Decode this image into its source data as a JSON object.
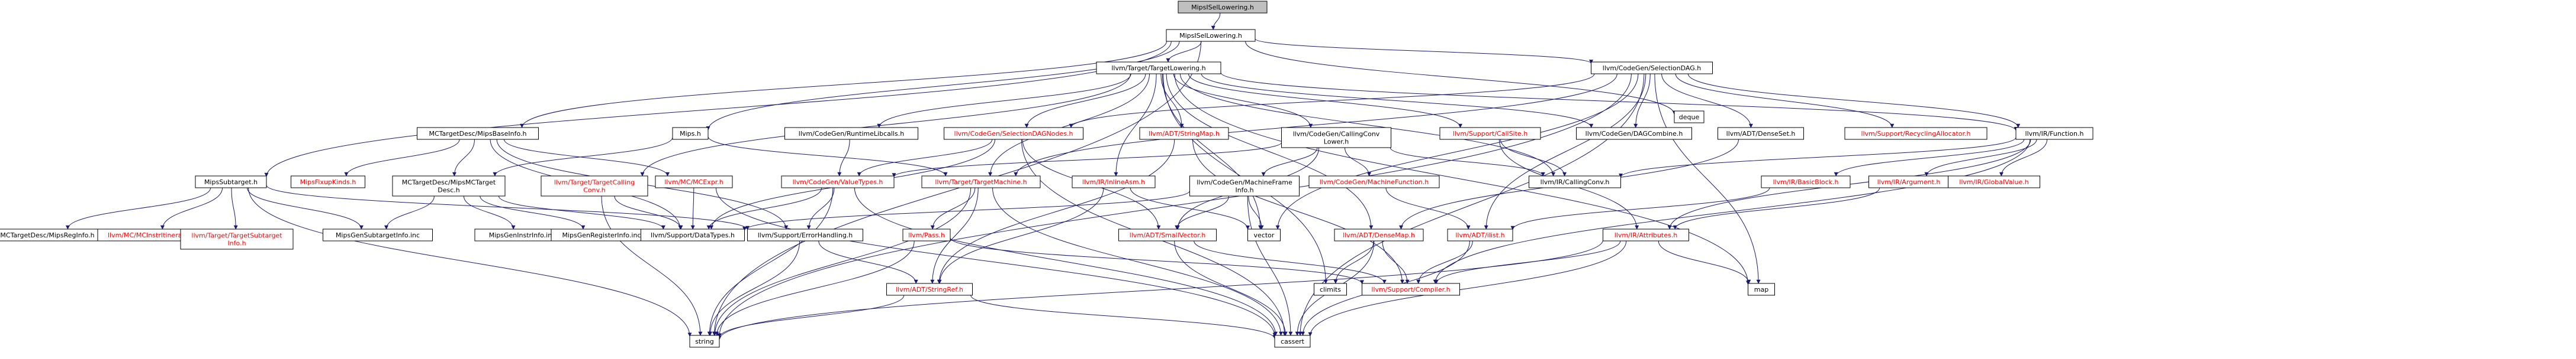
{
  "colors": {
    "edge": "#191970",
    "text_default": "#000000",
    "text_red": "#ff0000",
    "fill_root": "#bfbfbf",
    "fill_default": "#ffffff",
    "border_default": "#000000",
    "border_red": "#ff0000",
    "border_plain": "#bfbfbf"
  },
  "nodes": [
    {
      "id": "root",
      "label": "MipsISelLowering.h",
      "style": "root"
    },
    {
      "id": "mipsisel",
      "label": "MipsISelLowering.h",
      "style": "normal"
    },
    {
      "id": "tli",
      "label": "llvm/Target/TargetLowering.h",
      "style": "normal"
    },
    {
      "id": "seldag",
      "label": "llvm/CodeGen/SelectionDAG.h",
      "style": "normal"
    },
    {
      "id": "deque",
      "label": "deque",
      "style": "plain"
    },
    {
      "id": "mcbaseinfo",
      "label": "MCTargetDesc/MipsBaseInfo.h",
      "style": "normal"
    },
    {
      "id": "mips",
      "label": "Mips.h",
      "style": "normal"
    },
    {
      "id": "subtarget",
      "label": "MipsSubtarget.h",
      "style": "normal"
    },
    {
      "id": "runtimelibcalls",
      "label": "llvm/CodeGen/RuntimeLibcalls.h",
      "style": "normal"
    },
    {
      "id": "seldagnodes",
      "label": "llvm/CodeGen/SelectionDAGNodes.h",
      "style": "red"
    },
    {
      "id": "stringmap",
      "label": "llvm/ADT/StringMap.h",
      "style": "red"
    },
    {
      "id": "callingconvlower",
      "label": "llvm/CodeGen/CallingConv\nLower.h",
      "style": "normal"
    },
    {
      "id": "callsite",
      "label": "llvm/Support/CallSite.h",
      "style": "red"
    },
    {
      "id": "dagcombine",
      "label": "llvm/CodeGen/DAGCombine.h",
      "style": "normal"
    },
    {
      "id": "denseset",
      "label": "llvm/ADT/DenseSet.h",
      "style": "normal"
    },
    {
      "id": "recycling",
      "label": "llvm/Support/RecyclingAllocator.h",
      "style": "red"
    },
    {
      "id": "irfunction",
      "label": "llvm/IR/Function.h",
      "style": "normal"
    },
    {
      "id": "fixupkinds",
      "label": "MipsFixupKinds.h",
      "style": "red"
    },
    {
      "id": "mipsmctarget",
      "label": "MCTargetDesc/MipsMCTarget\nDesc.h",
      "style": "normal"
    },
    {
      "id": "tgtcallconv",
      "label": "llvm/Target/TargetCalling\nConv.h",
      "style": "red"
    },
    {
      "id": "mcexpr",
      "label": "llvm/MC/MCExpr.h",
      "style": "red"
    },
    {
      "id": "cgvaluetypes",
      "label": "llvm/CodeGen/ValueTypes.h",
      "style": "red"
    },
    {
      "id": "targetmachine",
      "label": "llvm/Target/TargetMachine.h",
      "style": "red"
    },
    {
      "id": "inlineasm",
      "label": "llvm/IR/InlineAsm.h",
      "style": "red"
    },
    {
      "id": "mfinfo",
      "label": "llvm/CodeGen/MachineFrame\nInfo.h",
      "style": "normal"
    },
    {
      "id": "machinefunction",
      "label": "llvm/CodeGen/MachineFunction.h",
      "style": "red"
    },
    {
      "id": "ircallingconv",
      "label": "llvm/IR/CallingConv.h",
      "style": "normal"
    },
    {
      "id": "basicblock",
      "label": "llvm/IR/BasicBlock.h",
      "style": "red"
    },
    {
      "id": "irargument",
      "label": "llvm/IR/Argument.h",
      "style": "red"
    },
    {
      "id": "globalvalue",
      "label": "llvm/IR/GlobalValue.h",
      "style": "red"
    },
    {
      "id": "mipsreginfo",
      "label": "MCTargetDesc/MipsRegInfo.h",
      "style": "normal"
    },
    {
      "id": "mcinstritin",
      "label": "llvm/MC/MCInstrItineraries.h",
      "style": "red"
    },
    {
      "id": "tgtsubtarget",
      "label": "llvm/Target/TargetSubtarget\nInfo.h",
      "style": "red"
    },
    {
      "id": "mipsgensub",
      "label": "MipsGenSubtargetInfo.inc",
      "style": "plain"
    },
    {
      "id": "mipsgeninstr",
      "label": "MipsGenInstrInfo.inc",
      "style": "plain"
    },
    {
      "id": "mipsgenreg",
      "label": "MipsGenRegisterInfo.inc",
      "style": "plain"
    },
    {
      "id": "datatypes",
      "label": "llvm/Support/DataTypes.h",
      "style": "normal"
    },
    {
      "id": "errorhandling",
      "label": "llvm/Support/ErrorHandling.h",
      "style": "normal"
    },
    {
      "id": "pass",
      "label": "llvm/Pass.h",
      "style": "red"
    },
    {
      "id": "smallvector",
      "label": "llvm/ADT/SmallVector.h",
      "style": "red"
    },
    {
      "id": "vector",
      "label": "vector",
      "style": "plain"
    },
    {
      "id": "densemap",
      "label": "llvm/ADT/DenseMap.h",
      "style": "red"
    },
    {
      "id": "ilist",
      "label": "llvm/ADT/ilist.h",
      "style": "red"
    },
    {
      "id": "attributes",
      "label": "llvm/IR/Attributes.h",
      "style": "red"
    },
    {
      "id": "stringref",
      "label": "llvm/ADT/StringRef.h",
      "style": "red"
    },
    {
      "id": "climits",
      "label": "climits",
      "style": "plain"
    },
    {
      "id": "compiler",
      "label": "llvm/Support/Compiler.h",
      "style": "red"
    },
    {
      "id": "map",
      "label": "map",
      "style": "plain"
    },
    {
      "id": "string",
      "label": "string",
      "style": "plain"
    },
    {
      "id": "cassert",
      "label": "cassert",
      "style": "plain"
    }
  ],
  "edges": [
    [
      "root",
      "mipsisel"
    ],
    [
      "mipsisel",
      "tli"
    ],
    [
      "mipsisel",
      "seldag"
    ],
    [
      "mipsisel",
      "deque"
    ],
    [
      "mipsisel",
      "mcbaseinfo"
    ],
    [
      "mipsisel",
      "mips"
    ],
    [
      "mipsisel",
      "subtarget"
    ],
    [
      "mipsisel",
      "string"
    ],
    [
      "tli",
      "runtimelibcalls"
    ],
    [
      "tli",
      "seldagnodes"
    ],
    [
      "tli",
      "stringmap"
    ],
    [
      "tli",
      "callingconvlower"
    ],
    [
      "tli",
      "callsite"
    ],
    [
      "tli",
      "dagcombine"
    ],
    [
      "tli",
      "irfunction"
    ],
    [
      "tli",
      "tgtcallconv"
    ],
    [
      "tli",
      "targetmachine"
    ],
    [
      "tli",
      "inlineasm"
    ],
    [
      "tli",
      "ircallingconv"
    ],
    [
      "tli",
      "climits"
    ],
    [
      "tli",
      "vector"
    ],
    [
      "tli",
      "map"
    ],
    [
      "tli",
      "densemap"
    ],
    [
      "seldag",
      "seldagnodes"
    ],
    [
      "seldag",
      "dagcombine"
    ],
    [
      "seldag",
      "denseset"
    ],
    [
      "seldag",
      "recycling"
    ],
    [
      "seldag",
      "irfunction"
    ],
    [
      "seldag",
      "targetmachine"
    ],
    [
      "seldag",
      "ilist"
    ],
    [
      "seldag",
      "map"
    ],
    [
      "seldag",
      "cassert"
    ],
    [
      "seldag",
      "vector"
    ],
    [
      "seldag",
      "string"
    ],
    [
      "mcbaseinfo",
      "fixupkinds"
    ],
    [
      "mcbaseinfo",
      "mipsmctarget"
    ],
    [
      "mcbaseinfo",
      "mcexpr"
    ],
    [
      "mcbaseinfo",
      "datatypes"
    ],
    [
      "mcbaseinfo",
      "errorhandling"
    ],
    [
      "mips",
      "mipsmctarget"
    ],
    [
      "mips",
      "targetmachine"
    ],
    [
      "subtarget",
      "mipsreginfo"
    ],
    [
      "subtarget",
      "mcinstritin"
    ],
    [
      "subtarget",
      "tgtsubtarget"
    ],
    [
      "subtarget",
      "mipsgensub"
    ],
    [
      "subtarget",
      "errorhandling"
    ],
    [
      "subtarget",
      "string"
    ],
    [
      "runtimelibcalls",
      "cgvaluetypes"
    ],
    [
      "seldagnodes",
      "cgvaluetypes"
    ],
    [
      "seldagnodes",
      "datatypes"
    ],
    [
      "seldagnodes",
      "smallvector"
    ],
    [
      "seldagnodes",
      "cassert"
    ],
    [
      "stringmap",
      "stringref"
    ],
    [
      "stringmap",
      "compiler"
    ],
    [
      "callingconvlower",
      "cgvaluetypes"
    ],
    [
      "callingconvlower",
      "mfinfo"
    ],
    [
      "callingconvlower",
      "machinefunction"
    ],
    [
      "callingconvlower",
      "ircallingconv"
    ],
    [
      "callingconvlower",
      "smallvector"
    ],
    [
      "callsite",
      "ircallingconv"
    ],
    [
      "callsite",
      "attributes"
    ],
    [
      "denseset",
      "densemap"
    ],
    [
      "irfunction",
      "basicblock"
    ],
    [
      "irfunction",
      "irargument"
    ],
    [
      "irfunction",
      "globalvalue"
    ],
    [
      "irfunction",
      "attributes"
    ],
    [
      "irfunction",
      "ircallingconv"
    ],
    [
      "irfunction",
      "compiler"
    ],
    [
      "mipsmctarget",
      "mipsgensub"
    ],
    [
      "mipsmctarget",
      "mipsgeninstr"
    ],
    [
      "mipsmctarget",
      "mipsgenreg"
    ],
    [
      "mipsmctarget",
      "datatypes"
    ],
    [
      "tgtcallconv",
      "datatypes"
    ],
    [
      "tgtcallconv",
      "string"
    ],
    [
      "mcexpr",
      "datatypes"
    ],
    [
      "mcexpr",
      "cassert"
    ],
    [
      "cgvaluetypes",
      "datatypes"
    ],
    [
      "cgvaluetypes",
      "errorhandling"
    ],
    [
      "cgvaluetypes",
      "string"
    ],
    [
      "cgvaluetypes",
      "cassert"
    ],
    [
      "targetmachine",
      "pass"
    ],
    [
      "targetmachine",
      "stringref"
    ],
    [
      "targetmachine",
      "string"
    ],
    [
      "targetmachine",
      "cassert"
    ],
    [
      "inlineasm",
      "stringref"
    ],
    [
      "inlineasm",
      "vector"
    ],
    [
      "mfinfo",
      "smallvector"
    ],
    [
      "mfinfo",
      "datatypes"
    ],
    [
      "mfinfo",
      "vector"
    ],
    [
      "mfinfo",
      "cassert"
    ],
    [
      "machinefunction",
      "ilist"
    ],
    [
      "basicblock",
      "ilist"
    ],
    [
      "irargument",
      "attributes"
    ],
    [
      "attributes",
      "compiler"
    ],
    [
      "attributes",
      "map"
    ],
    [
      "attributes",
      "string"
    ],
    [
      "attributes",
      "cassert"
    ],
    [
      "errorhandling",
      "stringref"
    ],
    [
      "errorhandling",
      "string"
    ],
    [
      "pass",
      "compiler"
    ],
    [
      "pass",
      "string"
    ],
    [
      "smallvector",
      "compiler"
    ],
    [
      "smallvector",
      "cassert"
    ],
    [
      "densemap",
      "compiler"
    ],
    [
      "densemap",
      "climits"
    ],
    [
      "densemap",
      "cassert"
    ],
    [
      "ilist",
      "compiler"
    ],
    [
      "ilist",
      "cassert"
    ],
    [
      "stringref",
      "string"
    ],
    [
      "stringref",
      "cassert"
    ]
  ]
}
